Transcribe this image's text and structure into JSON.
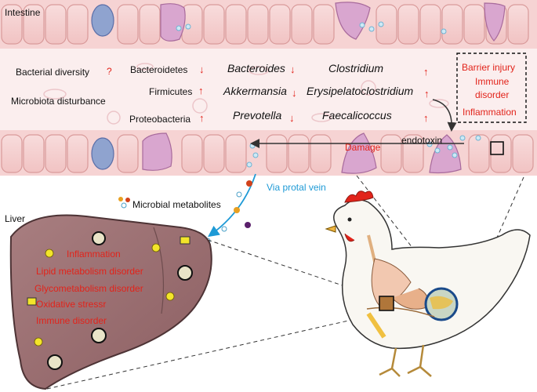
{
  "labels": {
    "intestine": "Intestine",
    "liver": "Liver",
    "bacterial_diversity": "Bacterial diversity",
    "question_mark": "?",
    "microbiota_disturbance": "Microbiota disturbance",
    "endotoxin": "endotoxin",
    "damage": "Damage",
    "via_portal_vein": "Via protal vein",
    "microbial_metabolites": "Microbial metabolites"
  },
  "phyla": [
    {
      "name": "Bacteroidetes",
      "direction": "down"
    },
    {
      "name": "Firmicutes",
      "direction": "up"
    },
    {
      "name": "Proteobacteria",
      "direction": "up"
    }
  ],
  "genera_col1": [
    {
      "name": "Bacteroides",
      "direction": "down"
    },
    {
      "name": "Akkermansia",
      "direction": "down"
    },
    {
      "name": "Prevotella",
      "direction": "down"
    }
  ],
  "genera_col2": [
    {
      "name": "Clostridium",
      "direction": "up"
    },
    {
      "name": "Erysipelatoclostridium",
      "direction": "up"
    },
    {
      "name": "Faecalicoccus",
      "direction": "up"
    }
  ],
  "barrier_box": {
    "line1": "Barrier injury",
    "line2": "Immune",
    "line3": "disorder",
    "line4": "Inflammation"
  },
  "liver_effects": [
    "Inflammation",
    "Lipid metabolism disorder",
    "Glycometabolism disorder",
    "Oxidative stressr",
    "Immune disorder"
  ],
  "arrow_glyphs": {
    "up": "↑",
    "down": "↓"
  },
  "colors": {
    "red": "#e2231a",
    "blue": "#1e9ad6",
    "epithelium": "#f6d3d3",
    "liver": "#9a6e70"
  }
}
